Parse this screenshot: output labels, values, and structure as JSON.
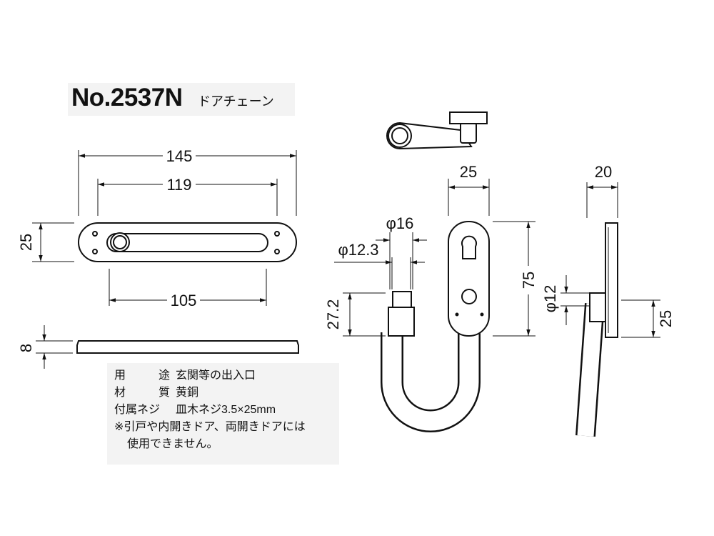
{
  "title": {
    "model": "No.2537N",
    "product_name": "ドアチェーン"
  },
  "dimensions": {
    "plate_length": "145",
    "hole_pitch": "119",
    "slot_length": "105",
    "plate_width": "25",
    "plate_thickness": "8",
    "base_width": "25",
    "base_height": "75",
    "side_depth": "20",
    "knob_diameter": "φ16",
    "knob_shaft_diameter": "φ12.3",
    "knob_height": "27.2",
    "pin_diameter": "φ12",
    "side_height": "25"
  },
  "specs": {
    "use_label_1": "用",
    "use_label_2": "途",
    "use_value": "玄関等の出入口",
    "material_label_1": "材",
    "material_label_2": "質",
    "material_value": "黄銅",
    "screw_label": "付属ネジ",
    "screw_value": "皿木ネジ3.5×25mm",
    "note_line1": "※引戸や内開きドア、両開きドアには",
    "note_line2": "使用できません。"
  }
}
